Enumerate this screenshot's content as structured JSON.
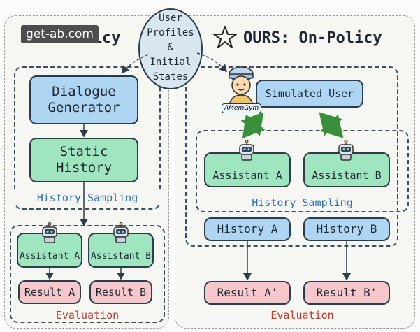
{
  "watermark": "get-ab.com",
  "left_title": "Off-Policy",
  "right_title": "OURS: On-Policy",
  "ellipse_text": [
    "User",
    "Profiles",
    "&",
    "Initial",
    "States"
  ],
  "left": {
    "dialogue_generator": [
      "Dialogue",
      "Generator"
    ],
    "static_history": [
      "Static",
      "History"
    ],
    "history_sampling": "History Sampling",
    "assistant_a": "Assistant A",
    "assistant_b": "Assistant B",
    "result_a": "Result A",
    "result_b": "Result B",
    "evaluation": "Evaluation"
  },
  "right": {
    "simulated_user": "Simulated User",
    "user_badge": "AMemGym",
    "assistant_a": "Assistant A",
    "assistant_b": "Assistant B",
    "history_sampling": "History Sampling",
    "history_a": "History A",
    "history_b": "History B",
    "result_a": "Result A'",
    "result_b": "Result B'",
    "evaluation": "Evaluation"
  },
  "colors": {
    "blue_box": "#aed6f3",
    "green_box": "#9fe6c0",
    "pink_box": "#f6c8cb",
    "label_blue": "#2a6fb0",
    "label_red": "#c0392b",
    "bidirectional_arrow": "#3a8f3a"
  },
  "icons": [
    "robot-icon",
    "user-avatar-icon",
    "star-icon"
  ]
}
